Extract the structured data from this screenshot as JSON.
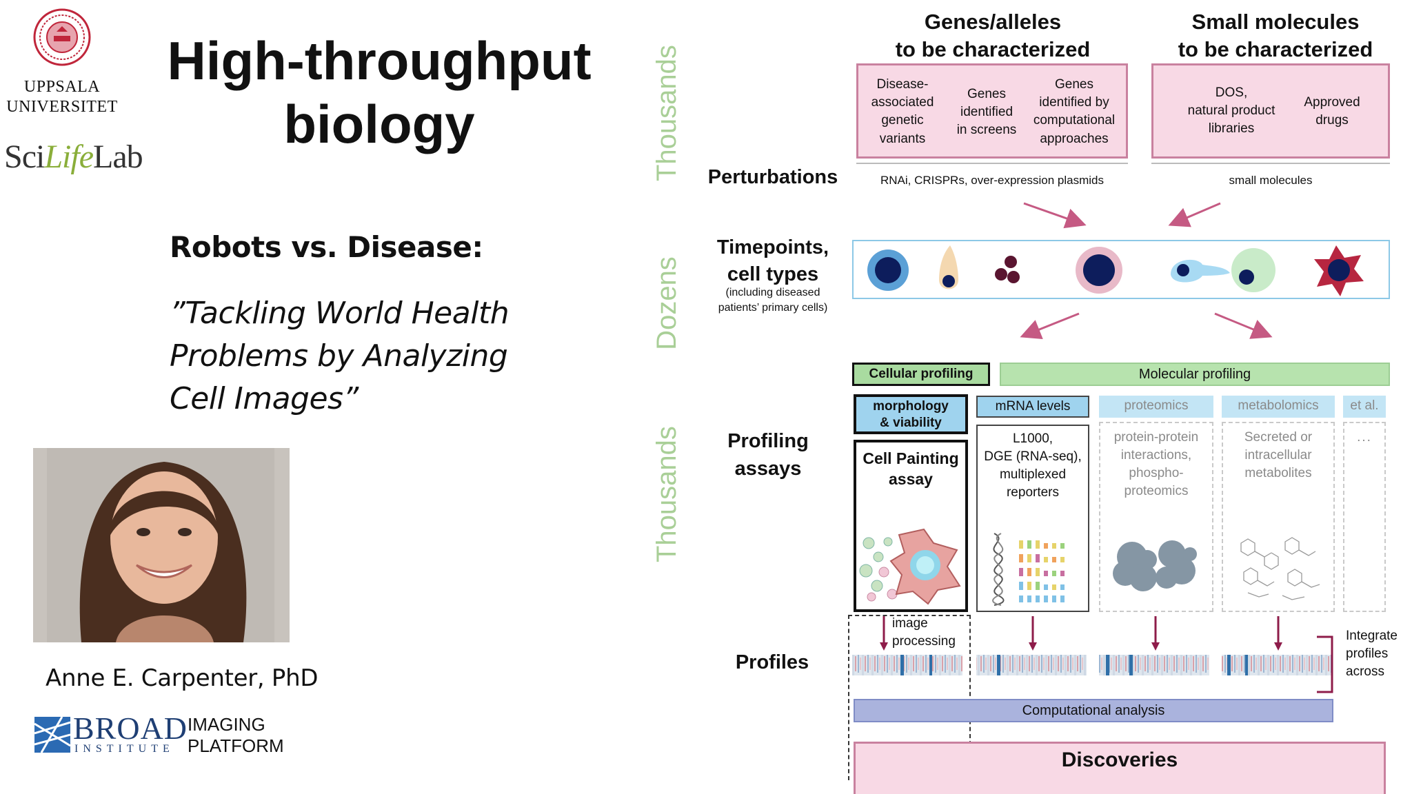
{
  "left": {
    "uu_name": [
      "UPPSALA",
      "UNIVERSITET"
    ],
    "scilifelab": {
      "a": "Sci",
      "b": "Life",
      "c": "Lab"
    },
    "title": [
      "High-throughput",
      "biology"
    ],
    "subtitle": "Robots vs. Disease:",
    "quote": [
      "”Tackling World Health",
      "Problems by Analyzing",
      "Cell Images”"
    ],
    "person_name": "Anne E. Carpenter, PhD",
    "broad": {
      "name": "BROAD",
      "institute": "INSTITUTE",
      "platform_1": "IMAGING",
      "platform_2": "PLATFORM"
    }
  },
  "figure": {
    "scale_labels": [
      "Thousands",
      "Dozens",
      "Thousands"
    ],
    "headers": {
      "genes": [
        "Genes/alleles",
        "to be characterized"
      ],
      "molecules": [
        "Small molecules",
        "to be characterized"
      ]
    },
    "gene_items": [
      [
        "Disease-",
        "associated",
        "genetic",
        "variants"
      ],
      [
        "Genes",
        "identified",
        "in screens"
      ],
      [
        "Genes",
        "identified by",
        "computational",
        "approaches"
      ]
    ],
    "molecule_items": [
      [
        "DOS,",
        "natural product",
        "libraries"
      ],
      [
        "Approved",
        "drugs"
      ]
    ],
    "rows": {
      "perturbations": "Perturbations",
      "timepoints": [
        "Timepoints,",
        "cell types"
      ],
      "timepoints_note": [
        "(including diseased",
        "patients’ primary cells)"
      ],
      "profiling": [
        "Profiling",
        "assays"
      ],
      "profiles": "Profiles"
    },
    "perturb_labels": {
      "genes": "RNAi, CRISPRs, over-expression plasmids",
      "molecules": "small molecules"
    },
    "profiling": {
      "cellular": "Cellular profiling",
      "molecular": "Molecular profiling",
      "columns": [
        {
          "head": [
            "morphology",
            "& viability"
          ],
          "body": [
            "Cell Painting",
            "assay"
          ]
        },
        {
          "head": [
            "mRNA levels"
          ],
          "body": [
            "L1000,",
            "DGE (RNA-seq),",
            "multiplexed",
            "reporters"
          ]
        },
        {
          "head": [
            "proteomics"
          ],
          "body": [
            "protein-protein",
            "interactions,",
            "phospho-",
            "proteomics"
          ]
        },
        {
          "head": [
            "metabolomics"
          ],
          "body": [
            "Secreted or",
            "intracellular",
            "metabolites"
          ]
        },
        {
          "head": [
            "et al."
          ],
          "body": [
            "..."
          ]
        }
      ]
    },
    "image_processing": [
      "image",
      "processing"
    ],
    "integrate": [
      "Integrate",
      "profiles",
      "across"
    ],
    "computational": "Computational analysis",
    "discoveries": "Discoveries",
    "colors": {
      "green_label": "#a9cf97",
      "pink": "#f8d9e5",
      "arrow": "#c55a83",
      "blue_head": "#9fd3ee",
      "green_bar": "#a9dba0"
    }
  }
}
